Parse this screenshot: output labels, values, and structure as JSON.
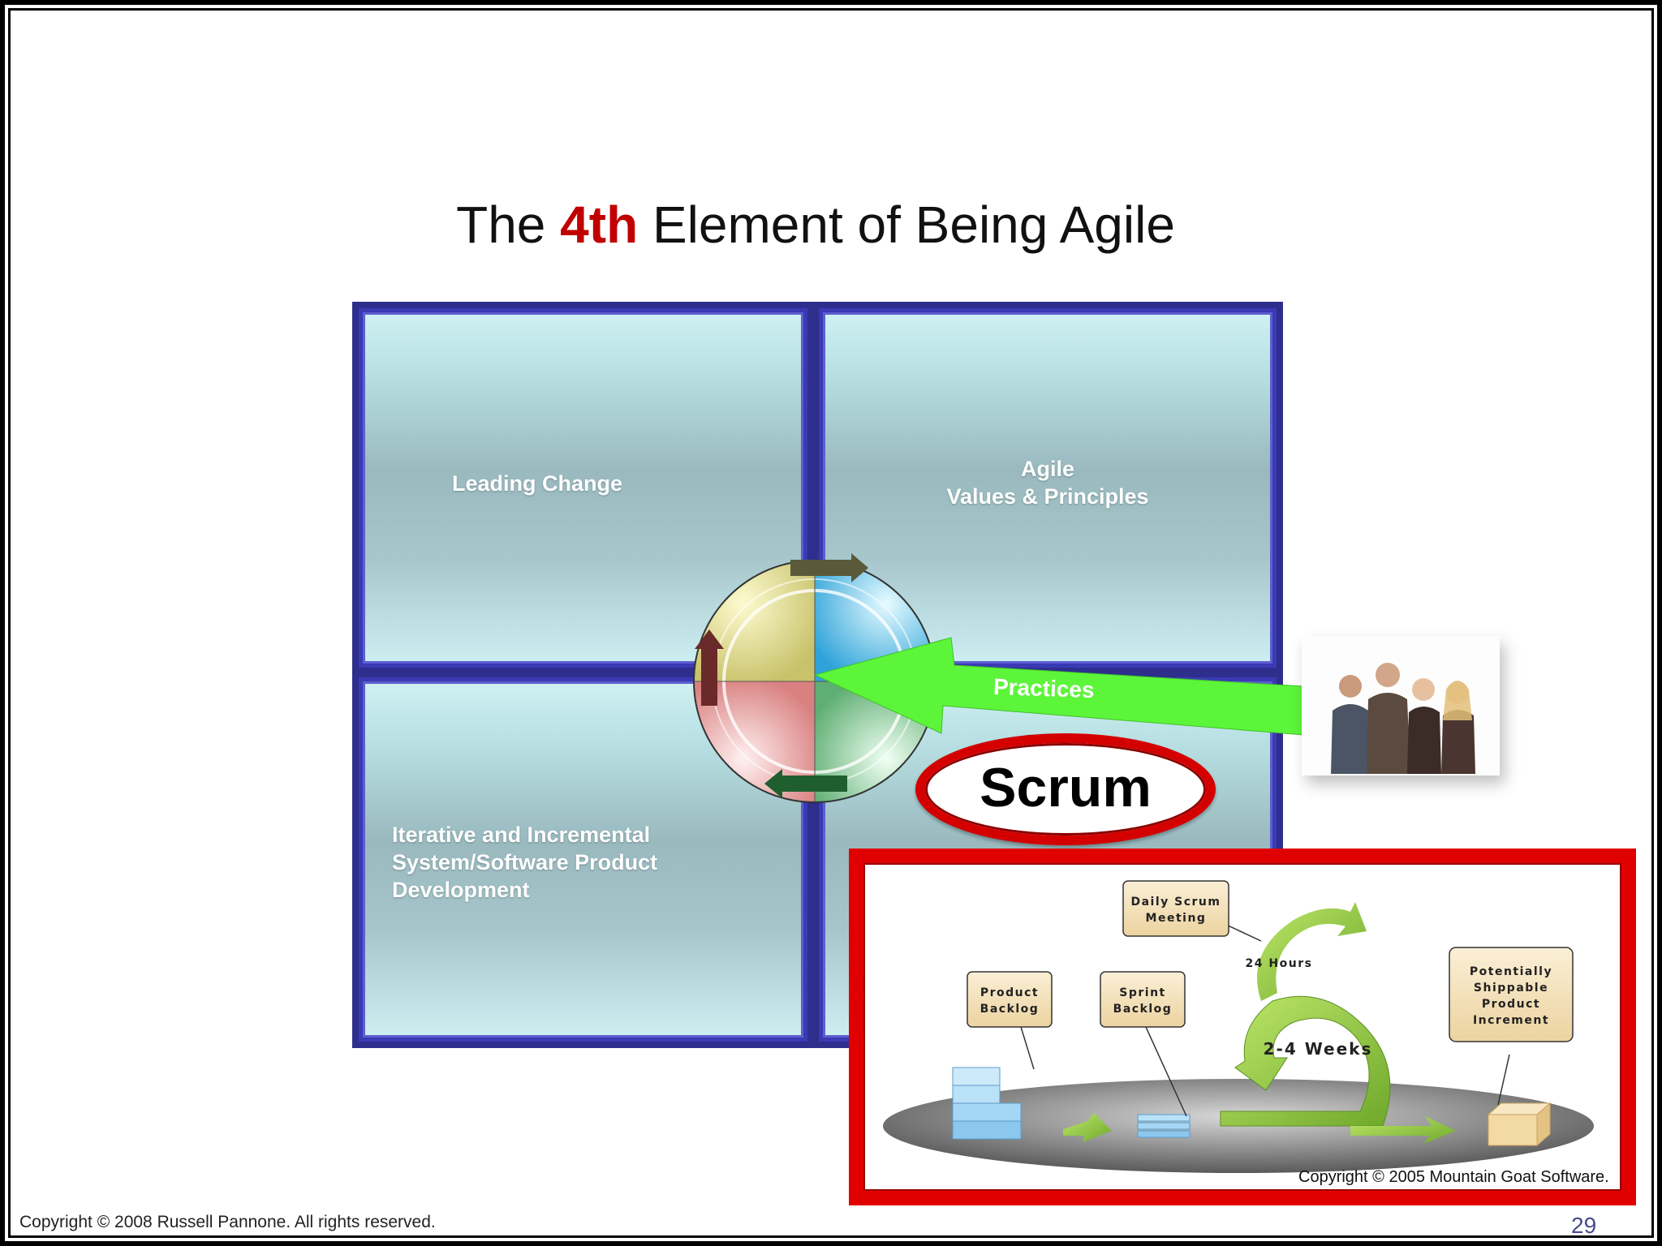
{
  "slide": {
    "title_prefix": "The ",
    "title_accent": "4th",
    "title_suffix": " Element of Being Agile",
    "page_number": "29",
    "copyright": "Copyright © 2008 Russell Pannone. All rights reserved."
  },
  "quadrants": {
    "top_left": "Leading Change",
    "top_right_line1": "Agile",
    "top_right_line2": "Values & Principles",
    "bottom_left_line1": "Iterative and Incremental",
    "bottom_left_line2": "System/Software Product",
    "bottom_left_line3": "Development"
  },
  "practices_label": "Practices",
  "scrum_label": "Scrum",
  "scrum_diagram": {
    "daily_line1": "Daily Scrum",
    "daily_line2": "Meeting",
    "hours": "24 Hours",
    "weeks": "2-4 Weeks",
    "product_backlog_line1": "Product",
    "product_backlog_line2": "Backlog",
    "sprint_backlog_line1": "Sprint",
    "sprint_backlog_line2": "Backlog",
    "increment_line1": "Potentially",
    "increment_line2": "Shippable",
    "increment_line3": "Product",
    "increment_line4": "Increment",
    "copyright": "Copyright © 2005 Mountain Goat Software."
  }
}
